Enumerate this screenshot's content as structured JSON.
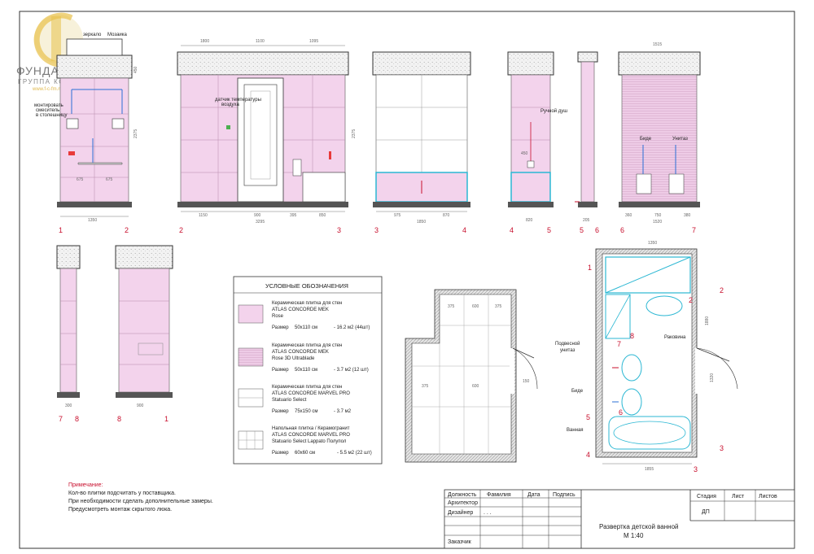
{
  "logo": {
    "name": "ФУНДАМЕНТ",
    "tagline": "ГРУППА КОМПАНИЙ",
    "url": "www.f-c-fm.ru"
  },
  "colors": {
    "tile_pink": "#f3d3ec",
    "tile_3d": "#eecbe6",
    "accent_red": "#c8102e",
    "bath_cyan": "#2bb7d3",
    "line": "#333333"
  },
  "elev1": {
    "labels": [
      "зеркало",
      "Мозаика",
      "монтировать",
      "смеситель",
      "в столешницу"
    ],
    "dims": [
      "1350",
      "675",
      "675",
      "2375",
      "450"
    ],
    "axes": [
      "1",
      "2"
    ]
  },
  "elev2": {
    "labels": [
      "датчик температуры",
      "воздуха"
    ],
    "dims": [
      "1800",
      "1100",
      "1095",
      "1150",
      "900",
      "395",
      "850",
      "3295",
      "2375"
    ],
    "axes": [
      "2",
      "3"
    ]
  },
  "elev3": {
    "dims": [
      "975",
      "1850",
      "870"
    ],
    "axes": [
      "3",
      "4"
    ]
  },
  "elev4": {
    "labels": [
      "Ручной душ"
    ],
    "dims": [
      "820",
      "450"
    ],
    "axes": [
      "4",
      "5"
    ]
  },
  "elev5": {
    "dims": [
      "205"
    ],
    "axes": [
      "5",
      "6"
    ]
  },
  "elev6": {
    "labels": [
      "Биде",
      "Унитаз"
    ],
    "dims": [
      "1515",
      "360",
      "750",
      "380",
      "1520"
    ],
    "axes": [
      "6",
      "7"
    ]
  },
  "elev7": {
    "dims": [
      "300"
    ],
    "axes": [
      "7",
      "8"
    ]
  },
  "elev8": {
    "dims": [
      "900"
    ],
    "axes": [
      "8",
      "1"
    ]
  },
  "legend": {
    "title": "УСЛОВНЫЕ ОБОЗНАЧЕНИЯ",
    "items": [
      {
        "l1": "Керамическая плитка для стен",
        "l2": "ATLAS CONCORDE MEK",
        "l3": "Rose",
        "size_label": "Размер",
        "size": "50х110 см",
        "qty": "- 16.2 м2 (44шт)"
      },
      {
        "l1": "Керамическая плитка для стен",
        "l2": "ATLAS CONCORDE MEK",
        "l3": "Rose 3D Ultrablade",
        "size_label": "Размер",
        "size": "50х110 см",
        "qty": "- 3.7 м2 (12 шт)"
      },
      {
        "l1": "Керамическая плитка для стен",
        "l2": "ATLAS CONCORDE MARVEL PRO",
        "l3": "Statuario Select",
        "size_label": "Размер",
        "size": "75х150 см",
        "qty": "- 3.7 м2"
      },
      {
        "l1": "Напольная плитка / Керамогранит",
        "l2": "ATLAS CONCORDE MARVEL PRO",
        "l3": "Statuario Select Lappato Полупол",
        "size_label": "Размер",
        "size": "60х60 см",
        "qty": "- 5.5 м2 (22 шт)"
      }
    ]
  },
  "plan1": {
    "dims": [
      "375",
      "600",
      "375",
      "375",
      "600",
      "150"
    ]
  },
  "plan2": {
    "labels": [
      "Подвесной",
      "унитаз",
      "Раковина",
      "Биде",
      "Ванная"
    ],
    "dims": [
      "1350",
      "1880",
      "1320",
      "1855"
    ],
    "axes": [
      "1",
      "2",
      "2",
      "8",
      "7",
      "6",
      "5",
      "4",
      "3",
      "3"
    ]
  },
  "notes": {
    "title": "Примечание:",
    "lines": [
      "Кол-во плитки подсчитать у поставщика.",
      "При необходимости сделать дополнительные замеры.",
      "Предусмотреть монтаж скрытого люка."
    ]
  },
  "titleblock": {
    "headers": [
      "Должность",
      "Фамилия",
      "Дата",
      "Подпись"
    ],
    "rows": [
      "Архитектор",
      "Дизайнер",
      "",
      "",
      "Заказчик"
    ],
    "designer_value": ". . .",
    "stage_headers": [
      "Стадия",
      "Лист",
      "Листов"
    ],
    "stage_value": "ДП",
    "title": "Развертка детской ванной",
    "scale": "М 1:40"
  }
}
